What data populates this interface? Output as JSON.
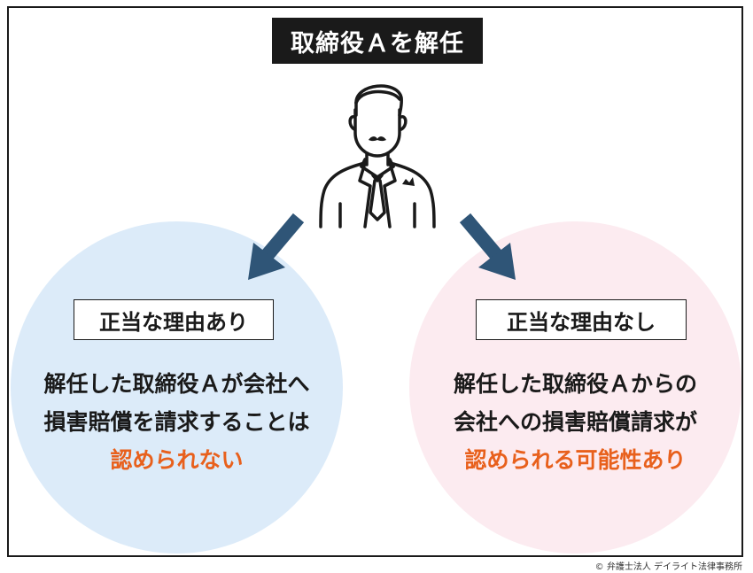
{
  "title": "取締役Ａを解任",
  "left": {
    "label": "正当な理由あり",
    "line1": "解任した取締役Ａが会社へ",
    "line2": "損害賠償を請求することは",
    "highlight": "認められない"
  },
  "right": {
    "label": "正当な理由なし",
    "line1": "解任した取締役Ａからの",
    "line2": "会社への損害賠償請求が",
    "highlight": "認められる可能性あり"
  },
  "copyright": "© 弁護士法人 デイライト法律事務所",
  "colors": {
    "left_circle": "#dcebf9",
    "right_circle": "#fcebf0",
    "highlight": "#e8601c",
    "arrow": "#2f5577",
    "title_bg": "#1a1a1a"
  },
  "icons": {
    "figure": "businessman-icon",
    "arrows": "down-arrow-icon"
  }
}
